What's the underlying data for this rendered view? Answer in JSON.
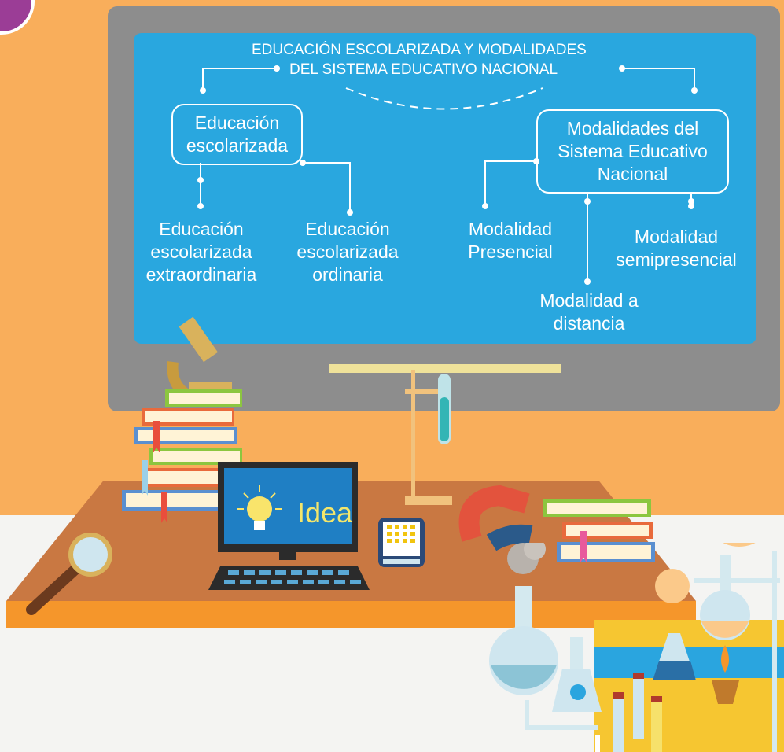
{
  "diagram": {
    "title_line1": "EDUCACIÓN ESCOLARIZADA Y MODALIDADES",
    "title_line2": "DEL SISTEMA EDUCATIVO NACIONAL",
    "left_root": "Educación escolarizada",
    "left_children": [
      "Educación escolarizada extraordinaria",
      "Educación escolarizada ordinaria"
    ],
    "right_root": "Modalidades del Sistema Educativo Nacional",
    "right_children": [
      "Modalidad Presencial",
      "Modalidad a distancia",
      "Modalidad semipresencial"
    ]
  },
  "computer_screen_text": "Idea",
  "colors": {
    "background_orange": "#f9ae5b",
    "board_blue": "#29a7df",
    "board_frame_gray": "#8d8d8d",
    "desk_brown": "#c97842",
    "desk_edge_orange": "#f5962b",
    "badge_purple": "#9b3d96"
  },
  "icons": [
    "microscope-icon",
    "books-icon",
    "magnifying-glass-icon",
    "computer-icon",
    "lightbulb-icon",
    "calculator-icon",
    "magnet-icon",
    "test-tube-icon",
    "flask-icon",
    "burner-icon"
  ]
}
